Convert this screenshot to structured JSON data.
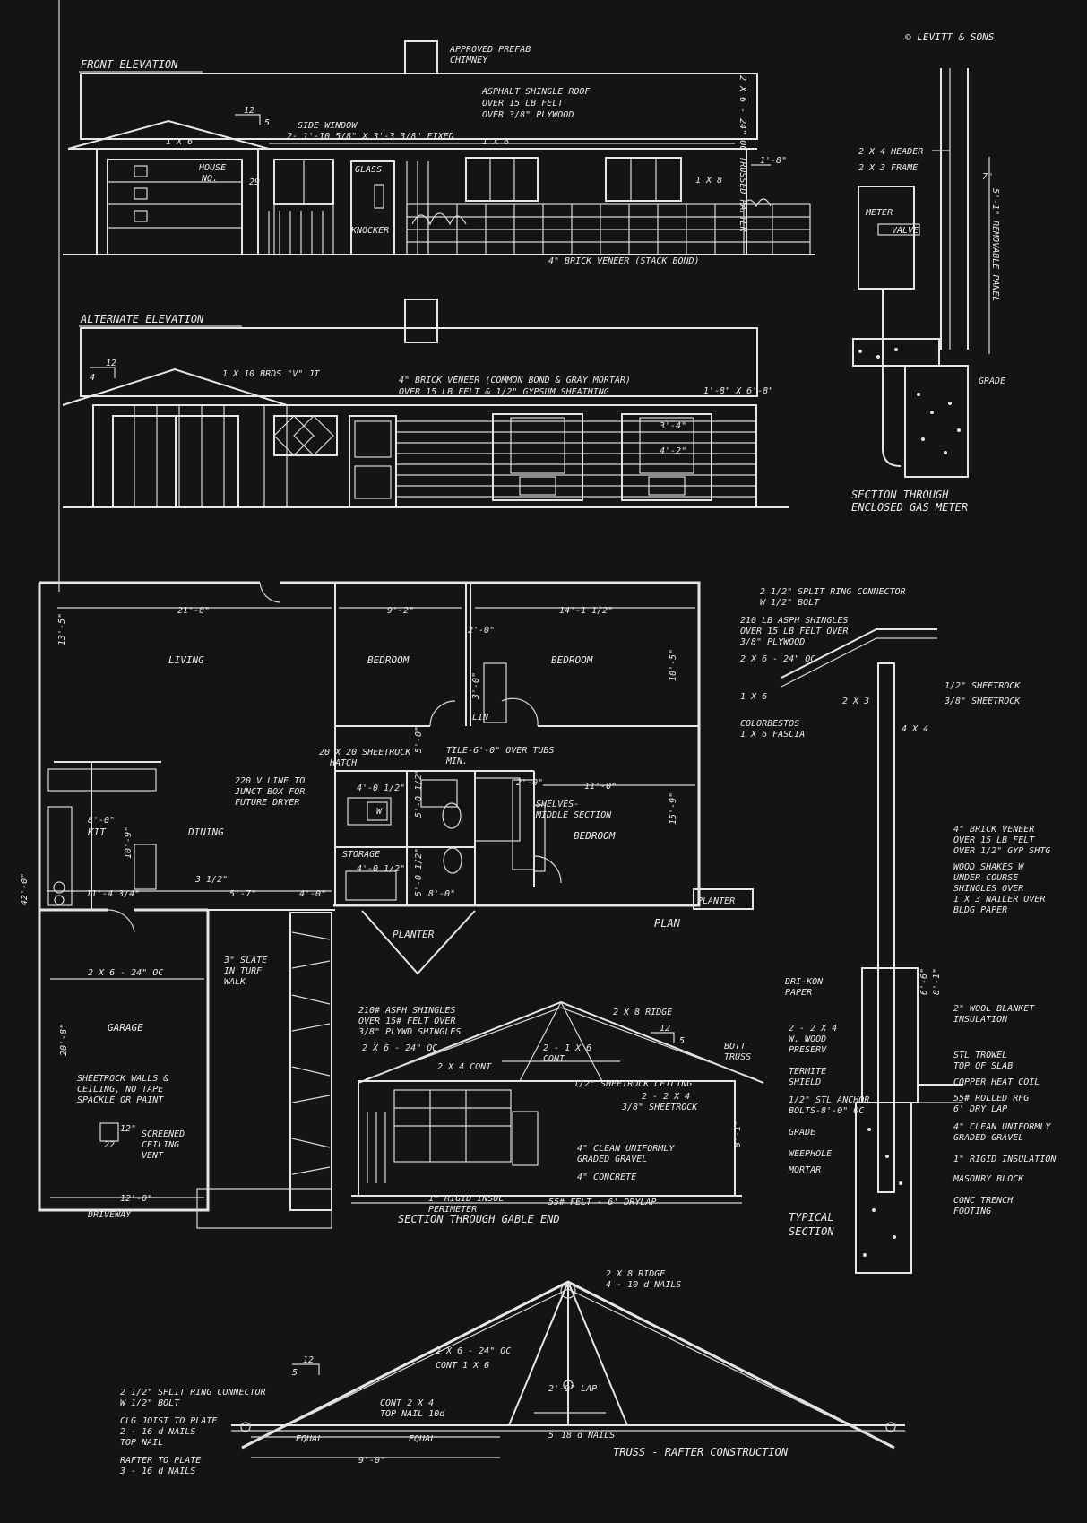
{
  "copyright": "© LEVITT & SONS",
  "front_elevation": {
    "title": "FRONT ELEVATION",
    "notes": {
      "chimney_1": "APPROVED PREFAB",
      "chimney_2": "CHIMNEY",
      "roof_1": "ASPHALT SHINGLE ROOF",
      "roof_2": "OVER 15 LB FELT",
      "roof_3": "OVER 3/8\" PLYWOOD",
      "rafter": "2 X 6 - 24\" OC TRUSSED RAFTER",
      "pitch_rise": "5",
      "pitch_run": "12",
      "trim_left": "1 X 6",
      "trim_right": "1 X 6",
      "side_window_1": "SIDE WINDOW",
      "side_window_2": "2- 1'-10 5/8\" X 3'-3 3/8\" FIXED",
      "house_no_1": "HOUSE",
      "house_no_2": "NO.",
      "glass": "GLASS",
      "knocker": "KNOCKER",
      "trim_right_2": "1 X 8",
      "overhang": "1'-8\"",
      "veneer": "4\" BRICK VENEER (STACK BOND)",
      "house_number": "29"
    }
  },
  "alternate_elevation": {
    "title": "ALTERNATE ELEVATION",
    "notes": {
      "pitch_rise": "4",
      "pitch_run": "12",
      "boards": "1 X 10 BRDS \"V\" JT",
      "veneer_1": "4\" BRICK VENEER (COMMON BOND & GRAY MORTAR)",
      "veneer_2": "OVER 15 LB FELT & 1/2\" GYPSUM SHEATHING",
      "shutter": "1'-8\" X 6'-8\"",
      "dim_1": "3'-4\"",
      "dim_2": "4'-2\""
    }
  },
  "gas_meter": {
    "header": "2 X 4 HEADER",
    "frame": "2 X 3 FRAME",
    "meter": "METER",
    "valve": "VALVE",
    "panel": "5'-1\" REMOVABLE PANEL",
    "dim": "7\"",
    "grade": "GRADE",
    "title_1": "SECTION THROUGH",
    "title_2": "ENCLOSED GAS METER"
  },
  "plan": {
    "title": "PLAN",
    "rooms": {
      "living": "LIVING",
      "bedroom_1": "BEDROOM",
      "bedroom_2": "BEDROOM",
      "bedroom_3": "BEDROOM",
      "dining": "DINING",
      "kit": "KIT",
      "garage": "GARAGE",
      "storage": "STORAGE",
      "lin": "LIN",
      "planter_1": "PLANTER",
      "planter_2": "PLANTER",
      "driveway": "DRIVEWAY",
      "w": "W"
    },
    "dims": {
      "living_w": "21'-8\"",
      "living_d": "13'-5\"",
      "bed1_w": "9'-2\"",
      "bed2_w": "14'-1 1/2\"",
      "bed2_d": "10'-5\"",
      "closet_1": "2'-0\"",
      "closet_2": "3'-0\"",
      "hall": "5'-0\"",
      "bath_1": "4'-0 1/2\"",
      "bath_2": "5'-0 1/2\"",
      "bath_3": "4'-0 1/2\"",
      "bath_4": "5'-0 1/2\"",
      "bed3_w": "11'-0\"",
      "bed3_d": "15'-9\"",
      "bed3_c": "2'-0\"",
      "kit_w": "8'-0\"",
      "kit_d": "10'-9\"",
      "dining_1": "11'-4 3/4\"",
      "dining_2": "3 1/2\"",
      "dining_3": "5'-7\"",
      "dining_4": "4'-0\"",
      "bath_bot": "8'-0\"",
      "garage_w": "12'-0\"",
      "garage_d": "20'-8\"",
      "overall": "42'-0\""
    },
    "notes": {
      "hatch_1": "20 X 20 SHEETROCK",
      "hatch_2": "HATCH",
      "dryer_1": "220 V LINE TO",
      "dryer_2": "JUNCT BOX FOR",
      "dryer_3": "FUTURE DRYER",
      "tile_1": "TILE-6'-0\" OVER TUBS",
      "tile_2": "MIN.",
      "shelves_1": "SHELVES-",
      "shelves_2": "MIDDLE SECTION",
      "slate_1": "3\" SLATE",
      "slate_2": "IN TURF",
      "slate_3": "WALK",
      "joists": "2 X 6 - 24\" OC",
      "walls_1": "SHEETROCK WALLS &",
      "walls_2": "CEILING, NO TAPE",
      "walls_3": "SPACKLE OR PAINT",
      "vent_1": "SCREENED",
      "vent_2": "CEILING",
      "vent_3": "VENT",
      "vent_w": "22",
      "vent_h": "12\""
    }
  },
  "gable_section": {
    "title": "SECTION THROUGH GABLE END",
    "notes": {
      "shingles_1": "210# ASPH SHINGLES",
      "shingles_2": "OVER 15# FELT OVER",
      "shingles_3": "3/8\" PLYWD SHINGLES",
      "rafters": "2 X 6 - 24\" OC",
      "ridge": "2 X 8 RIDGE",
      "pitch_rise": "5",
      "pitch_run": "12",
      "cont_1x6_1": "2 - 1 X 6",
      "cont_1x6_2": "CONT",
      "cont_2x4": "2 X 4 CONT",
      "bott_1": "BOTT",
      "bott_2": "TRUSS",
      "ceiling": "1/2\" SHEETROCK CEILING",
      "double": "2 - 2 X 4",
      "sheetrock": "3/8\" SHEETROCK",
      "height": "8'-1\"",
      "gravel_1": "4\" CLEAN UNIFORMLY",
      "gravel_2": "GRADED GRAVEL",
      "concrete": "4\" CONCRETE",
      "insul_1": "1\" RIGID INSUL",
      "insul_2": "PERIMETER",
      "felt": "55# FELT - 6' DRYLAP"
    }
  },
  "typical_section": {
    "title_1": "TYPICAL",
    "title_2": "SECTION",
    "notes": {
      "ring_1": "2 1/2\" SPLIT RING CONNECTOR",
      "ring_2": "W 1/2\" BOLT",
      "shingles_1": "210 LB ASPH SHINGLES",
      "shingles_2": "OVER 15 LB FELT OVER",
      "shingles_3": "3/8\" PLYWOOD",
      "rafters": "2 X 6 - 24\" OC",
      "sheetrock_1": "1/2\" SHEETROCK",
      "sheetrock_2": "3/8\" SHEETROCK",
      "trim": "1 X 6",
      "plate": "2 X 3",
      "stud": "4 X 4",
      "fascia_1": "COLORBESTOS",
      "fascia_2": "1 X 6  FASCIA",
      "veneer_1": "4\" BRICK VENEER",
      "veneer_2": "OVER 15 LB FELT",
      "veneer_3": "OVER 1/2\" GYP SHTG",
      "shakes_1": "WOOD SHAKES W",
      "shakes_2": "UNDER COURSE",
      "shakes_3": "SHINGLES OVER",
      "shakes_4": "1 X 3 NAILER OVER",
      "shakes_5": "BLDG PAPER",
      "dri_1": "DRI-KON",
      "dri_2": "PAPER",
      "h1": "6'-6\"",
      "h2": "8'-1\"",
      "wool_1": "2\" WOOL BLANKET",
      "wool_2": "INSULATION",
      "sill_1": "2 - 2 X 4",
      "sill_2": "W. WOOD",
      "sill_3": "PRESERV",
      "trowel_1": "STL TROWEL",
      "trowel_2": "TOP OF SLAB",
      "termite_1": "TERMITE",
      "termite_2": "SHIELD",
      "coil": "COPPER HEAT COIL",
      "anchor_1": "1/2\" STL ANCHOR",
      "anchor_2": "BOLTS-8'-0\" OC",
      "felt_1": "55# ROLLED RFG",
      "felt_2": "6' DRY LAP",
      "grade": "GRADE",
      "gravel_1": "4\" CLEAN UNIFORMLY",
      "gravel_2": "GRADED GRAVEL",
      "weephole": "WEEPHOLE",
      "insul": "1\" RIGID INSULATION",
      "mortar": "MORTAR",
      "block": "MASONRY BLOCK",
      "footing_1": "CONC TRENCH",
      "footing_2": "FOOTING"
    }
  },
  "truss": {
    "title": "TRUSS - RAFTER  CONSTRUCTION",
    "notes": {
      "ridge_1": "2 X 8 RIDGE",
      "ridge_2": "4 - 10 d NAILS",
      "rafters": "2 X 6 - 24\" OC",
      "cont": "CONT 1 X 6",
      "pitch_rise": "5",
      "pitch_run": "12",
      "ring_1": "2 1/2\" SPLIT RING CONNECTOR",
      "ring_2": "W  1/2\" BOLT",
      "clg_1": "CLG JOIST TO PLATE",
      "clg_2": "2 - 16 d NAILS",
      "clg_3": "TOP NAIL",
      "rafter_1": "RAFTER TO PLATE",
      "rafter_2": "3 - 16 d NAILS",
      "cont_2x4_1": "CONT 2 X 4",
      "cont_2x4_2": "TOP NAIL 10d",
      "lap": "2'-9\" LAP",
      "nails": "18 d NAILS",
      "equal_1": "EQUAL",
      "equal_2": "EQUAL",
      "span": "9'-0\"",
      "nail_count": "5"
    }
  }
}
